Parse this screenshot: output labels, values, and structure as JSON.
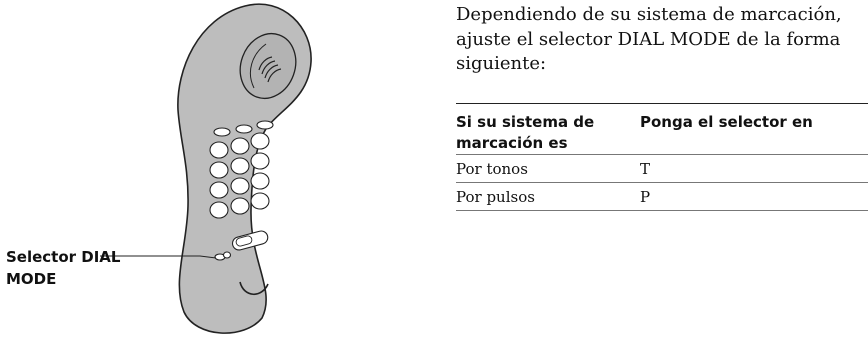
{
  "callout": {
    "label": "Selector DIAL MODE"
  },
  "intro_text": "Dependiendo de su sistema de marcación, ajuste el selector DIAL MODE de la forma siguiente:",
  "table": {
    "headers": [
      "Si su sistema de marcación es",
      "Ponga el selector en"
    ],
    "rows": [
      [
        "Por tonos",
        "T"
      ],
      [
        "Por pulsos",
        "P"
      ]
    ]
  }
}
